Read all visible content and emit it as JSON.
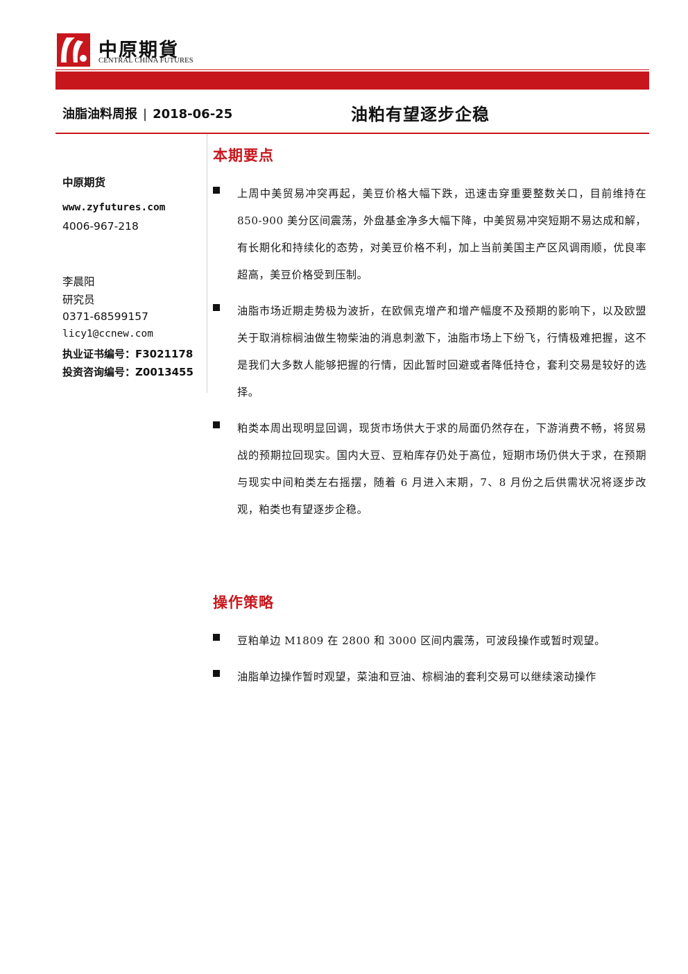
{
  "header": {
    "logo_cn": "中原期貨",
    "logo_en": "CENTRAL CHINA FUTURES",
    "report_type": "油脂油料周报",
    "separator": "|",
    "date": "2018-06-25",
    "title": "油粕有望逐步企稳"
  },
  "sidebar": {
    "company": "中原期货",
    "website": "www.zyfutures.com",
    "hotline": "4006-967-218",
    "analyst_name": "李晨阳",
    "analyst_role": "研究员",
    "phone": "0371-68599157",
    "email": "licy1@ccnew.com",
    "license": "执业证书编号：F3021178",
    "consult": "投资咨询编号：Z0013455"
  },
  "sections": {
    "key_points": {
      "heading": "本期要点",
      "items": [
        "上周中美贸易冲突再起，美豆价格大幅下跌，迅速击穿重要整数关口，目前维持在 850-900 美分区间震荡，外盘基金净多大幅下降，中美贸易冲突短期不易达成和解，有长期化和持续化的态势，对美豆价格不利，加上当前美国主产区风调雨顺，优良率超高，美豆价格受到压制。",
        "油脂市场近期走势极为波折，在欧佩克增产和增产幅度不及预期的影响下，以及欧盟关于取消棕榈油做生物柴油的消息刺激下，油脂市场上下纷飞，行情极难把握，这不是我们大多数人能够把握的行情，因此暂时回避或者降低持仓，套利交易是较好的选择。",
        "粕类本周出现明显回调，现货市场供大于求的局面仍然存在，下游消费不畅，将贸易战的预期拉回现实。国内大豆、豆粕库存仍处于高位，短期市场仍供大于求，在预期与现实中间粕类左右摇摆，随着 6 月进入末期，7、8 月份之后供需状况将逐步改观，粕类也有望逐步企稳。"
      ]
    },
    "strategy": {
      "heading": "操作策略",
      "items": [
        "豆粕单边 M1809 在 2800 和 3000 区间内震荡，可波段操作或暂时观望。",
        "油脂单边操作暂时观望，菜油和豆油、棕榈油的套利交易可以继续滚动操作"
      ]
    }
  },
  "colors": {
    "brand_red": "#c8161d"
  }
}
